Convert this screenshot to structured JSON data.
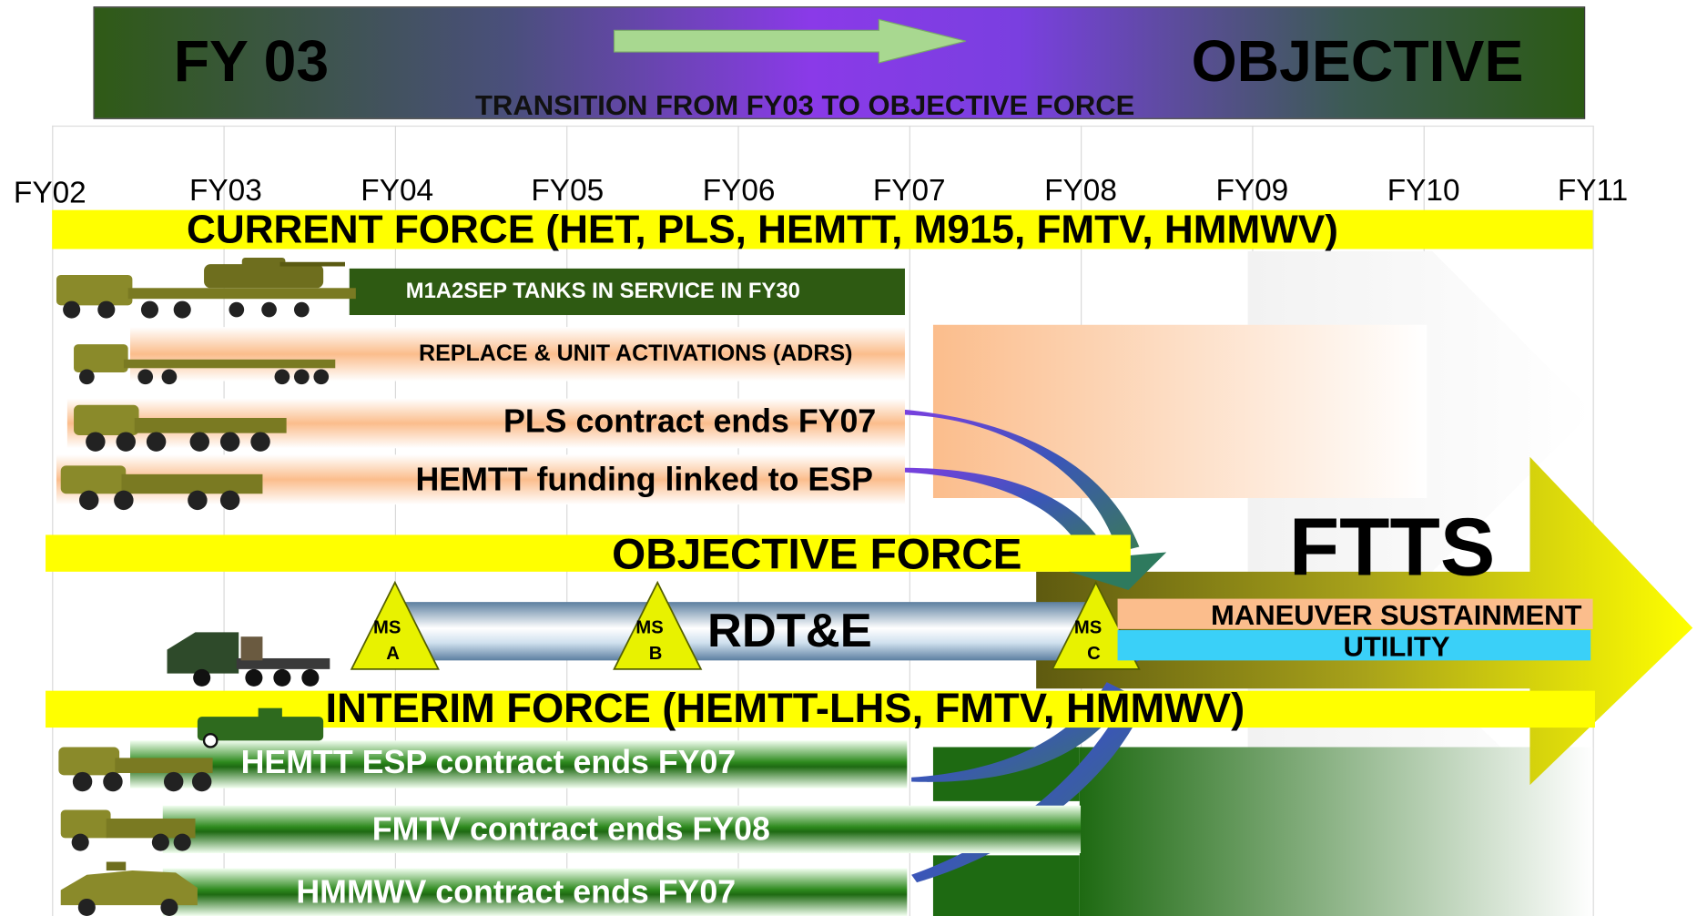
{
  "banner": {
    "left_title": "FY 03",
    "right_title": "OBJECTIVE",
    "subtitle": "TRANSITION FROM FY03 TO OBJECTIVE FORCE"
  },
  "timeline": [
    "FY02",
    "FY03",
    "FY04",
    "FY05",
    "FY06",
    "FY07",
    "FY08",
    "FY09",
    "FY10",
    "FY11"
  ],
  "current_force": {
    "label": "CURRENT FORCE (HET, PLS, HEMTT, M915, FMTV, HMMWV)",
    "rows": [
      "M1A2SEP TANKS IN SERVICE IN FY30",
      "REPLACE & UNIT ACTIVATIONS (ADRS)",
      "PLS contract ends FY07",
      "HEMTT funding linked to ESP"
    ]
  },
  "objective_force": {
    "label": "OBJECTIVE FORCE",
    "rdte_label": "RDT&E",
    "milestones": [
      {
        "line1": "MS",
        "line2": "A"
      },
      {
        "line1": "MS",
        "line2": "B"
      },
      {
        "line1": "MS",
        "line2": "C"
      }
    ]
  },
  "ftts": {
    "title": "FTTS",
    "line1": "MANEUVER SUSTAINMENT",
    "line2": "UTILITY"
  },
  "interim_force": {
    "label": "INTERIM FORCE (HEMTT-LHS, FMTV, HMMWV)",
    "rows": [
      "HEMTT ESP contract ends FY07",
      "FMTV contract ends FY08",
      "HMMWV contract ends FY07"
    ]
  },
  "colors": {
    "highlight_yellow": "#ffff00",
    "dark_green": "#2e5a12",
    "orange": "#fbbd8c",
    "purple": "#8a3ae8",
    "blue": "#3ad0f8"
  }
}
